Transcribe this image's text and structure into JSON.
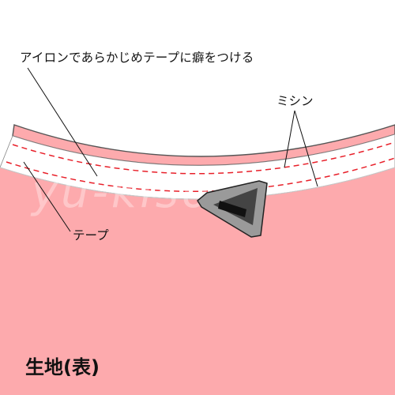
{
  "labels": {
    "iron_crease": "アイロンであらかじめテープに癖をつける",
    "sewing_machine": "ミシン",
    "tape": "テープ",
    "fabric_front": "生地(表)"
  },
  "watermark": "yu-kisoft",
  "colors": {
    "fabric": "#fdaaad",
    "fabric_edge": "#555555",
    "tape": "#ffffff",
    "stitch": "#e8202a",
    "iron_body": "#9a9a9a",
    "iron_face": "#444444",
    "iron_slot": "#111111",
    "leader_line": "#111111"
  },
  "icons": {
    "iron": "iron-icon",
    "stitch": "dashed-stitch-line"
  }
}
